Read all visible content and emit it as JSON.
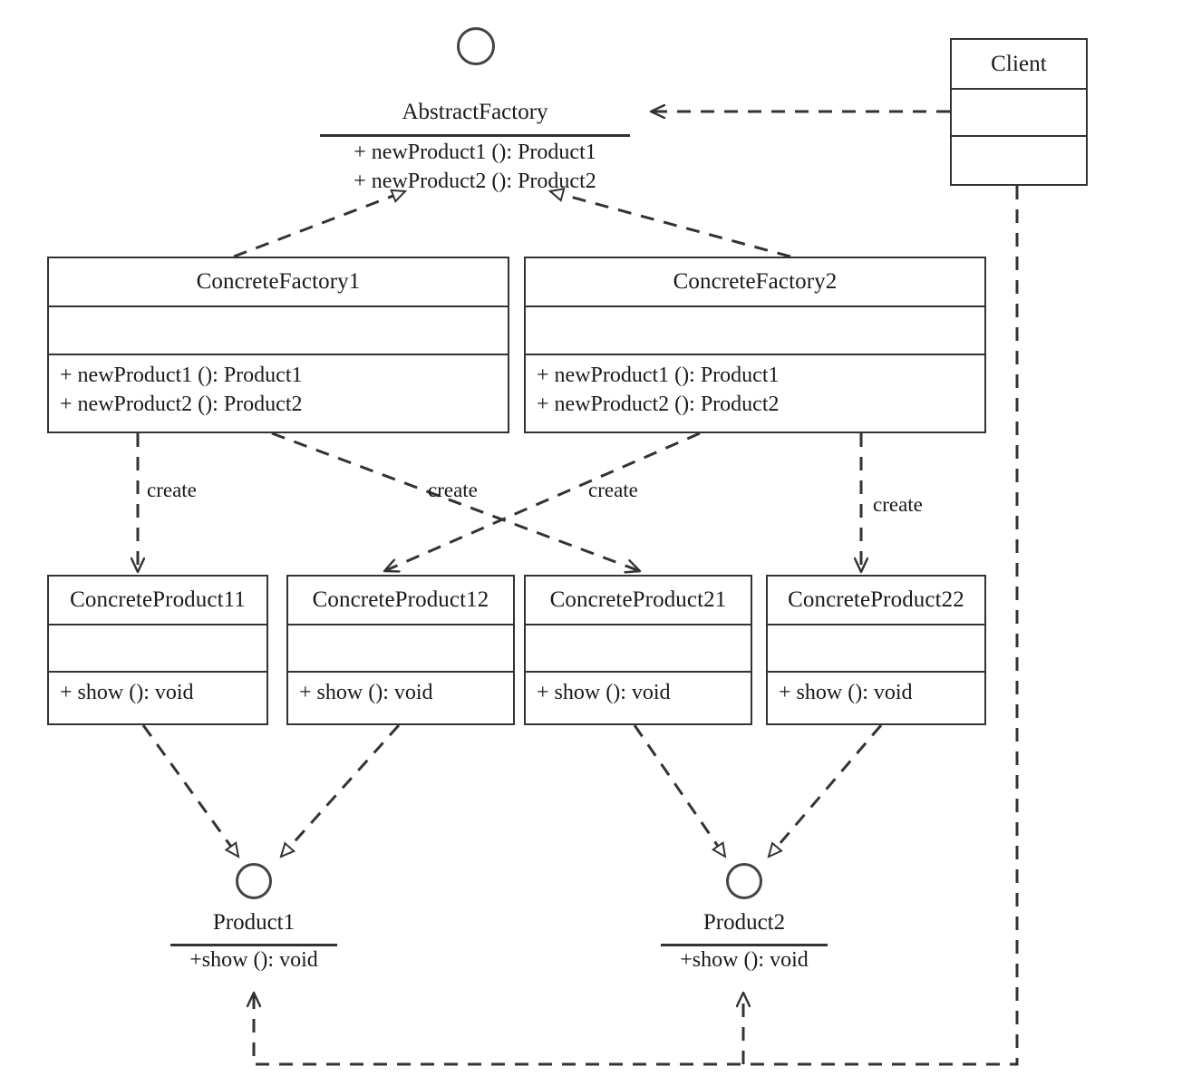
{
  "diagram": {
    "title": "Abstract Factory Pattern Class Diagram",
    "notation": "UML",
    "stroke_color": "#333333",
    "background_color": "#ffffff"
  },
  "interfaces": [
    {
      "id": "abstract-factory",
      "name": "AbstractFactory",
      "operations": [
        "+ newProduct1 (): Product1",
        "+ newProduct2 (): Product2"
      ]
    },
    {
      "id": "product1",
      "name": "Product1",
      "operations": [
        "+show (): void"
      ]
    },
    {
      "id": "product2",
      "name": "Product2",
      "operations": [
        "+show (): void"
      ]
    }
  ],
  "classes": [
    {
      "id": "client",
      "name": "Client",
      "attributes": [],
      "operations": []
    },
    {
      "id": "concrete-factory-1",
      "name": "ConcreteFactory1",
      "attributes": [],
      "operations": [
        "+ newProduct1 (): Product1",
        "+ newProduct2 (): Product2"
      ]
    },
    {
      "id": "concrete-factory-2",
      "name": "ConcreteFactory2",
      "attributes": [],
      "operations": [
        "+ newProduct1 (): Product1",
        "+ newProduct2 (): Product2"
      ]
    },
    {
      "id": "concrete-product-11",
      "name": "ConcreteProduct11",
      "attributes": [],
      "operations": [
        "+ show (): void"
      ]
    },
    {
      "id": "concrete-product-12",
      "name": "ConcreteProduct12",
      "attributes": [],
      "operations": [
        "+ show (): void"
      ]
    },
    {
      "id": "concrete-product-21",
      "name": "ConcreteProduct21",
      "attributes": [],
      "operations": [
        "+ show (): void"
      ]
    },
    {
      "id": "concrete-product-22",
      "name": "ConcreteProduct22",
      "attributes": [],
      "operations": [
        "+ show (): void"
      ]
    }
  ],
  "edge_labels": {
    "create_1": "create",
    "create_2": "create",
    "create_3": "create",
    "create_4": "create"
  },
  "relationships": [
    {
      "id": "client-uses-abstractfactory",
      "from": "Client",
      "to": "AbstractFactory",
      "type": "dependency",
      "label": ""
    },
    {
      "id": "cf1-realizes-af",
      "from": "ConcreteFactory1",
      "to": "AbstractFactory",
      "type": "realization",
      "label": ""
    },
    {
      "id": "cf2-realizes-af",
      "from": "ConcreteFactory2",
      "to": "AbstractFactory",
      "type": "realization",
      "label": ""
    },
    {
      "id": "cf1-creates-cp11",
      "from": "ConcreteFactory1",
      "to": "ConcreteProduct11",
      "type": "dependency",
      "label": "create"
    },
    {
      "id": "cf1-creates-cp21",
      "from": "ConcreteFactory1",
      "to": "ConcreteProduct21",
      "type": "dependency",
      "label": "create"
    },
    {
      "id": "cf2-creates-cp12",
      "from": "ConcreteFactory2",
      "to": "ConcreteProduct12",
      "type": "dependency",
      "label": "create"
    },
    {
      "id": "cf2-creates-cp22",
      "from": "ConcreteFactory2",
      "to": "ConcreteProduct22",
      "type": "dependency",
      "label": "create"
    },
    {
      "id": "cp11-realizes-p1",
      "from": "ConcreteProduct11",
      "to": "Product1",
      "type": "realization",
      "label": ""
    },
    {
      "id": "cp12-realizes-p1",
      "from": "ConcreteProduct12",
      "to": "Product1",
      "type": "realization",
      "label": ""
    },
    {
      "id": "cp21-realizes-p2",
      "from": "ConcreteProduct21",
      "to": "Product2",
      "type": "realization",
      "label": ""
    },
    {
      "id": "cp22-realizes-p2",
      "from": "ConcreteProduct22",
      "to": "Product2",
      "type": "realization",
      "label": ""
    },
    {
      "id": "client-uses-product1",
      "from": "Client",
      "to": "Product1",
      "type": "dependency",
      "label": ""
    },
    {
      "id": "client-uses-product2",
      "from": "Client",
      "to": "Product2",
      "type": "dependency",
      "label": ""
    }
  ]
}
